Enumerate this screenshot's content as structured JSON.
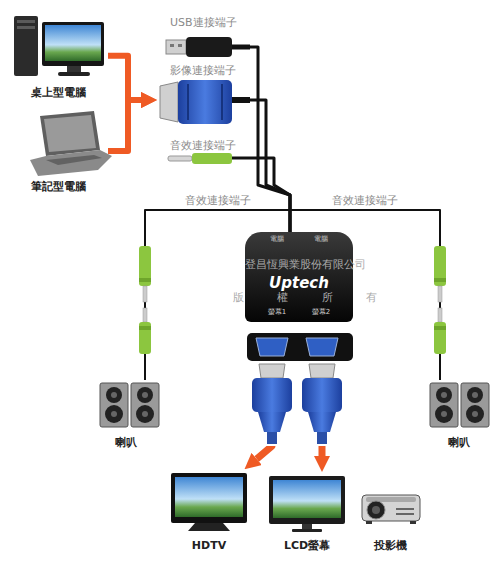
{
  "diagram": {
    "nodes": [
      {
        "text": [
          "桌上型電腦"
        ]
      },
      {
        "text": [
          "筆記型電腦"
        ]
      },
      {
        "text": [
          "USB連接端子"
        ]
      },
      {
        "text": [
          "影像連接端子"
        ]
      },
      {
        "text": [
          "音效連接端子"
        ]
      },
      {
        "text": [
          "電腦",
          "電腦",
          "Uptech",
          "螢幕1",
          "螢幕2"
        ]
      },
      {
        "text": [
          "喇叭"
        ]
      },
      {
        "text": [
          "喇叭"
        ]
      },
      {
        "text": [
          "HDTV"
        ]
      },
      {
        "text": [
          "LCD螢幕"
        ]
      },
      {
        "text": [
          "投影機"
        ]
      }
    ],
    "edges": [
      {
        "from": 0,
        "to": 3,
        "arrow": "to"
      },
      {
        "from": 1,
        "to": 3,
        "arrow": "to"
      },
      {
        "from": 2,
        "to": 5,
        "arrow": "none"
      },
      {
        "from": 3,
        "to": 5,
        "arrow": "none"
      },
      {
        "from": 4,
        "to": 5,
        "arrow": "none"
      },
      {
        "from": 5,
        "to": 6,
        "label": "音效連接端子",
        "arrow": "none"
      },
      {
        "from": 5,
        "to": 7,
        "label": "音效連接端子",
        "arrow": "none"
      },
      {
        "from": 5,
        "to": 8,
        "arrow": "to"
      },
      {
        "from": 5,
        "to": 9,
        "arrow": "to"
      }
    ],
    "labels": [
      "登昌恆興業股份有限公司",
      "版 權 所 有"
    ]
  }
}
